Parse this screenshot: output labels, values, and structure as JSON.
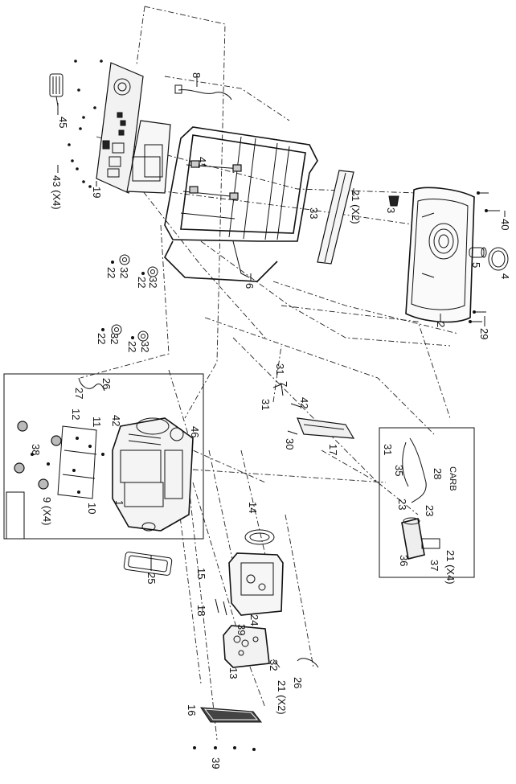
{
  "diagram": {
    "part_labels": {
      "p45": "45",
      "p43": "43 (X4)",
      "p19": "19",
      "p8": "8",
      "p41": "41",
      "p21a": "21 (X2)",
      "p33": "33",
      "p3": "3",
      "p40": "40",
      "p4": "4",
      "p5": "5",
      "p6": "6",
      "p2": "2",
      "p29": "29",
      "p22a": "22",
      "p22b": "22",
      "p32a": "32",
      "p32b": "32",
      "p22c": "22",
      "p22d": "22",
      "p32c": "32",
      "p32d": "32",
      "p27": "27",
      "p26a": "26",
      "p31a": "31",
      "p7": "7",
      "p31b": "31",
      "p42a": "42",
      "p30": "30",
      "p17": "17",
      "p12": "12",
      "p11": "11",
      "p42b": "42",
      "p46": "46",
      "p38": "38",
      "p9": "9 (X4)",
      "p10": "10",
      "p1": "1",
      "p25": "25",
      "p14": "14",
      "p15": "15",
      "p18": "18",
      "p24": "24",
      "p39a": "39",
      "p13": "13",
      "p32e": "32",
      "p26b": "26",
      "p21b": "21 (X2)",
      "p16": "16",
      "p39b": "39",
      "p31c": "31",
      "p35": "35",
      "p28": "28",
      "p23a": "23",
      "p23b": "23",
      "p36": "36",
      "p37": "37",
      "p21c": "21 (X4)"
    },
    "carb_box_title": "CARB"
  }
}
